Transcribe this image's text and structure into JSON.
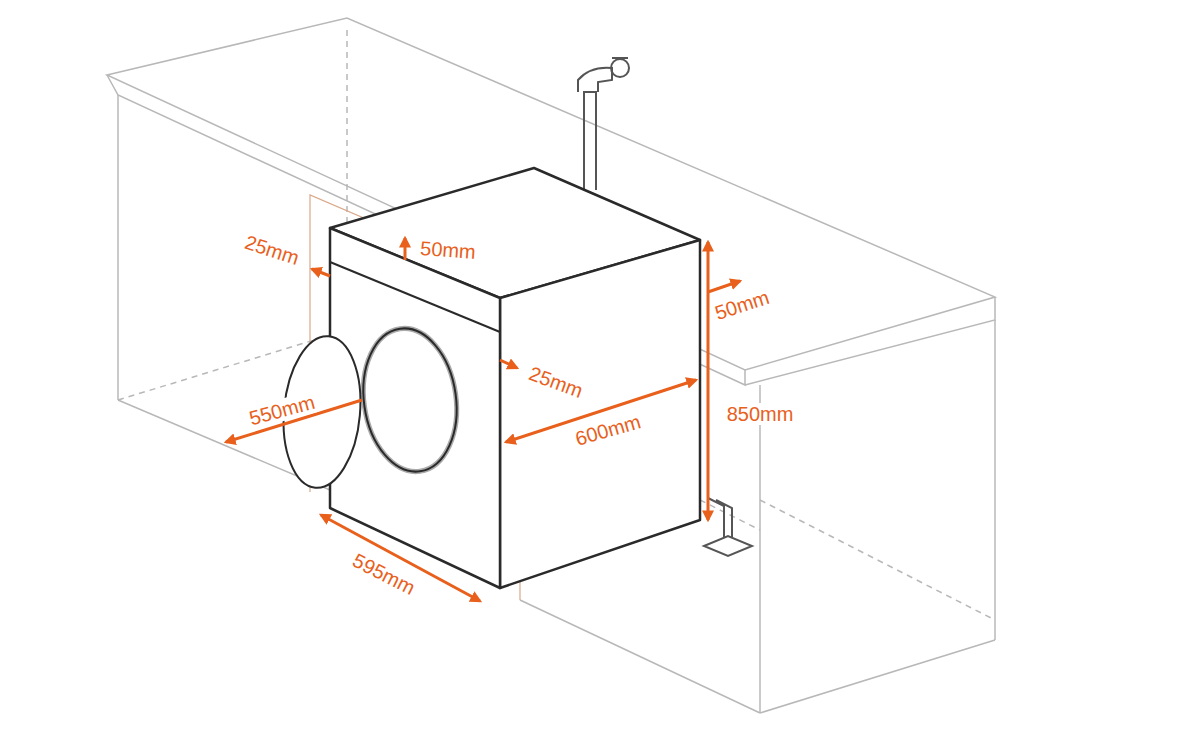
{
  "diagram": {
    "labels": [
      "25mm",
      "50mm",
      "50mm",
      "25mm",
      "550mm",
      "600mm",
      "850mm",
      "595mm"
    ]
  }
}
